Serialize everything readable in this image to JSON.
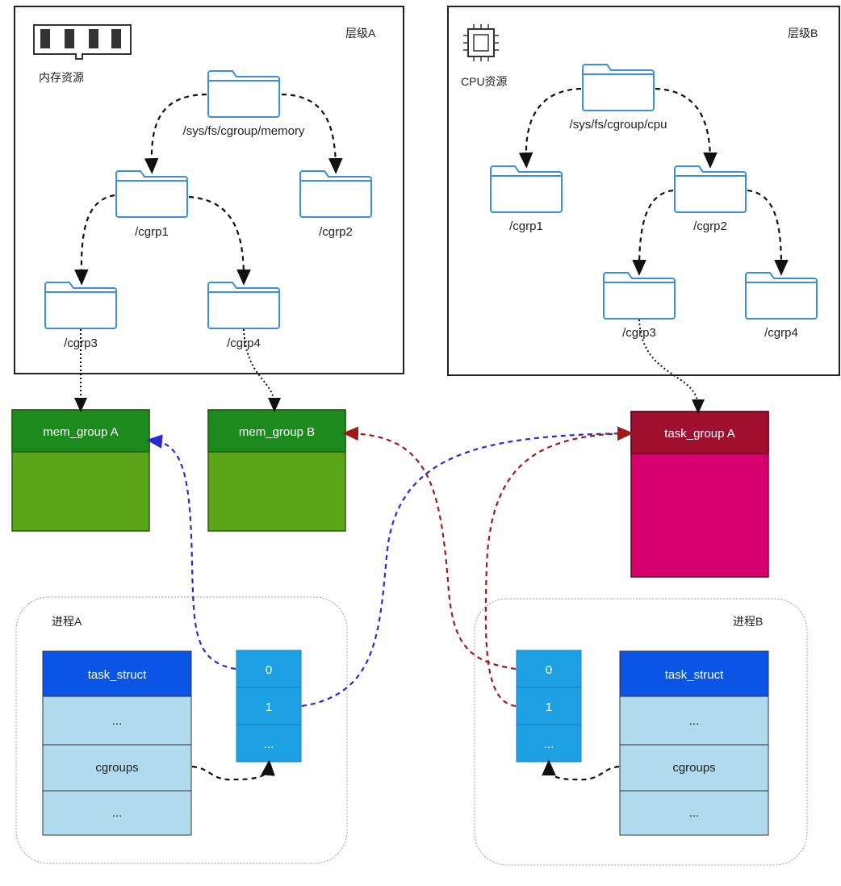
{
  "hierarchy_a": {
    "title": "层级A",
    "resource_label": "内存资源",
    "resource_icon": "memory-module-icon",
    "root": "/sys/fs/cgroup/memory",
    "nodes": [
      "/cgrp1",
      "/cgrp2",
      "/cgrp3",
      "/cgrp4"
    ]
  },
  "hierarchy_b": {
    "title": "层级B",
    "resource_label": "CPU资源",
    "resource_icon": "cpu-chip-icon",
    "root": "/sys/fs/cgroup/cpu",
    "nodes": [
      "/cgrp1",
      "/cgrp2",
      "/cgrp3",
      "/cgrp4"
    ]
  },
  "groups": {
    "mem_group_a": "mem_group A",
    "mem_group_b": "mem_group B",
    "task_group_a": "task_group A"
  },
  "process_a": {
    "title": "进程A",
    "struct_rows": [
      "task_struct",
      "...",
      "cgroups",
      "..."
    ],
    "array_cells": [
      "0",
      "1",
      "..."
    ]
  },
  "process_b": {
    "title": "进程B",
    "struct_rows": [
      "task_struct",
      "...",
      "cgroups",
      "..."
    ],
    "array_cells": [
      "0",
      "1",
      "..."
    ]
  },
  "colors": {
    "folder": "#3b8ee0",
    "mem_group_header": "#1d8a1d",
    "mem_group_body": "#5aa618",
    "task_group_header": "#a0102e",
    "task_group_body": "#d8006f",
    "task_struct_header": "#0b55e6",
    "struct_row": "#b0dbee",
    "array_cell": "#1ea0e4",
    "blue_link": "#2a2ad0",
    "red_link": "#a01a1a"
  }
}
